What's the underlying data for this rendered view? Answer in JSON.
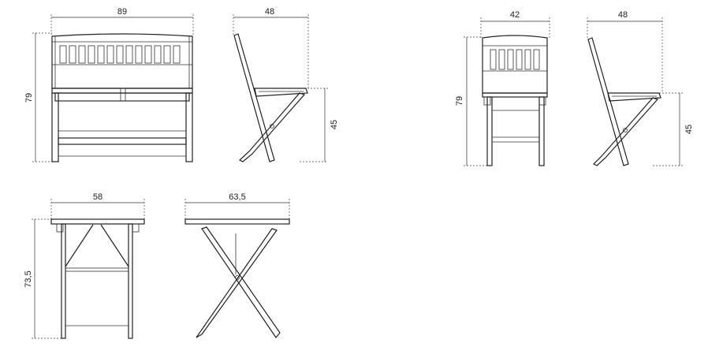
{
  "drawings": {
    "bench_front": {
      "width_label": "89",
      "height_label": "79"
    },
    "bench_side": {
      "depth_label": "48",
      "seat_height_label": "45"
    },
    "chair_front": {
      "width_label": "42",
      "height_label": "79"
    },
    "chair_side": {
      "depth_label": "48",
      "seat_height_label": "45"
    },
    "table_front": {
      "width_label": "58",
      "height_label": "73,5"
    },
    "table_side": {
      "width_label": "63,5"
    }
  }
}
